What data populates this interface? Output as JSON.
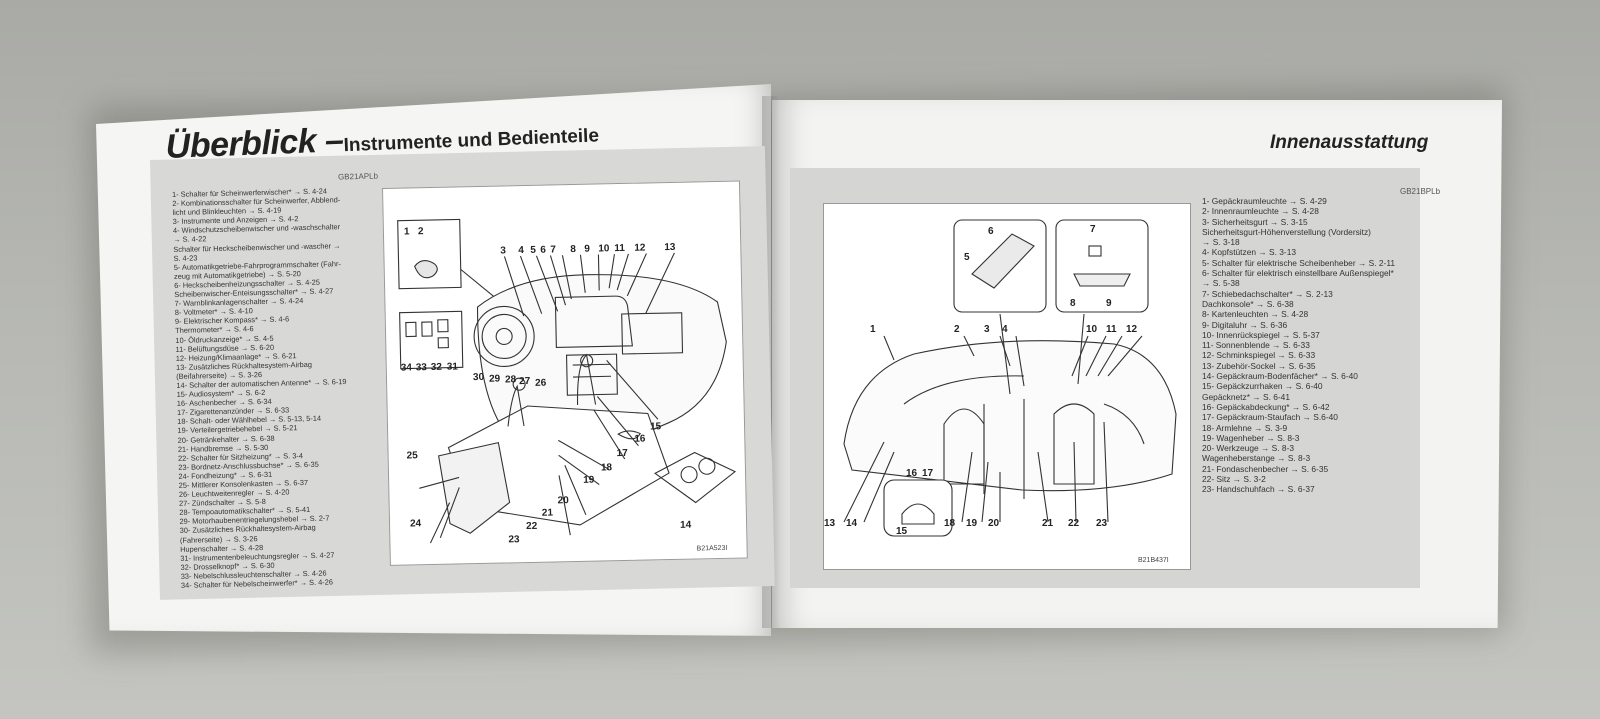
{
  "left_page": {
    "title_main": "Überblick –",
    "title_sub": "Instrumente und Bedienteile",
    "page_code": "GB21APLb",
    "items": [
      "1- Schalter für Scheinwerferwischer* → S. 4-24",
      "2- Kombinationsschalter für Scheinwerfer, Abblend-",
      "    licht und Blinkleuchten → S. 4-19",
      "3- Instrumente und Anzeigen → S. 4-2",
      "4- Windschutzscheibenwischer und -waschschalter",
      "    → S. 4-22",
      "    Schalter für Heckscheibenwischer und -wascher →",
      "    S. 4-23",
      "5- Automatikgetriebe-Fahrprogrammschalter (Fahr-",
      "    zeug mit Automatikgetriebe) → S. 5-20",
      "6- Heckscheibenheizungsschalter → S. 4-25",
      "    Scheibenwischer-Enteisungsschalter* → S. 4-27",
      "7- Warnblinkanlagenschalter → S. 4-24",
      "8- Voltmeter* → S. 4-10",
      "9- Elektrischer Kompass* → S. 4-6",
      "    Thermometer* → S. 4-6",
      "10- Öldruckanzeige* → S. 4-5",
      "11- Belüftungsdüse → S. 6-20",
      "12- Heizung/Klimaanlage* → S. 6-21",
      "13- Zusätzliches Rückhaltesystem-Airbag",
      "    (Beifahrerseite) → S. 3-26",
      "14- Schalter der automatischen Antenne* → S. 6-19",
      "15- Audiosystem* → S. 6-2",
      "16- Aschenbecher → S. 6-34",
      "17- Zigarettenanzünder → S. 6-33",
      "18- Schalt- oder Wählhebel → S. 5-13, 5-14",
      "19- Verteilergetriebehebel → S. 5-21",
      "20- Getränkehalter → S. 6-38",
      "21- Handbremse → S. 5-30",
      "22- Schalter für Sitzheizung* → S. 3-4",
      "23- Bordnetz-Anschlussbuchse* → S. 6-35",
      "24- Fondheizung* → S. 6-31",
      "25- Mittlerer Konsolenkasten → S. 6-37",
      "26- Leuchtweitenregler → S. 4-20",
      "27- Zündschalter → S. 5-8",
      "28- Tempoautomatikschalter* → S. 5-41",
      "29- Motorhaubenentriegelungshebel → S. 2-7",
      "30- Zusätzliches Rückhaltesystem-Airbag",
      "    (Fahrerseite) → S. 3-26",
      "    Hupenschalter → S. 4-28",
      "31- Instrumentenbeleuchtungsregler → S. 4-27",
      "32- Drosselknopf* → S. 6-30",
      "33- Nebelschlussleuchtenschalter → S. 4-26",
      "34- Schalter für Nebelscheinwerfer* → S. 4-26"
    ],
    "diagram_code": "B21A523I",
    "diagram_labels": [
      "1",
      "2",
      "3",
      "4",
      "5",
      "6",
      "7",
      "8",
      "9",
      "10",
      "11",
      "12",
      "13",
      "14",
      "15",
      "16",
      "17",
      "18",
      "19",
      "20",
      "21",
      "22",
      "23",
      "24",
      "25",
      "26",
      "27",
      "28",
      "29",
      "30",
      "31",
      "32",
      "33",
      "34"
    ]
  },
  "right_page": {
    "title": "Innenausstattung",
    "page_code": "GB21BPLb",
    "items": [
      "1- Gepäckraumleuchte → S. 4-29",
      "2- Innenraumleuchte → S. 4-28",
      "3- Sicherheitsgurt → S. 3-15",
      "    Sicherheitsgurt-Höhenverstellung (Vordersitz)",
      "    → S. 3-18",
      "4- Kopfstützen → S. 3-13",
      "5- Schalter für elektrische Scheibenheber → S. 2-11",
      "6- Schalter für elektrisch einstellbare Außenspiegel*",
      "    → S. 5-38",
      "7- Schiebedachschalter* → S. 2-13",
      "    Dachkonsole* → S. 6-38",
      "8- Kartenleuchten → S. 4-28",
      "9- Digitaluhr → S. 6-36",
      "10- Innenrückspiegel → S. 5-37",
      "11- Sonnenblende → S. 6-33",
      "12- Schminkspiegel → S. 6-33",
      "13- Zubehör-Sockel → S. 6-35",
      "14- Gepäckraum-Bodenfächer* → S. 6-40",
      "15- Gepäckzurrhaken → S. 6-40",
      "    Gepäcknetz* → S. 6-41",
      "16- Gepäckabdeckung* → S. 6-42",
      "17- Gepäckraum-Staufach → S.6-40",
      "18- Armlehne → S. 3-9",
      "19- Wagenheber → S. 8-3",
      "20- Werkzeuge → S. 8-3",
      "    Wagenheberstange → S. 8-3",
      "21- Fondaschenbecher → S. 6-35",
      "22- Sitz → S. 3-2",
      "23- Handschuhfach → S. 6-37"
    ],
    "diagram_code": "B21B437I",
    "diagram_labels": [
      "1",
      "2",
      "3",
      "4",
      "5",
      "6",
      "7",
      "8",
      "9",
      "10",
      "11",
      "12",
      "13",
      "14",
      "15",
      "16",
      "17",
      "18",
      "19",
      "20",
      "21",
      "22",
      "23"
    ]
  }
}
